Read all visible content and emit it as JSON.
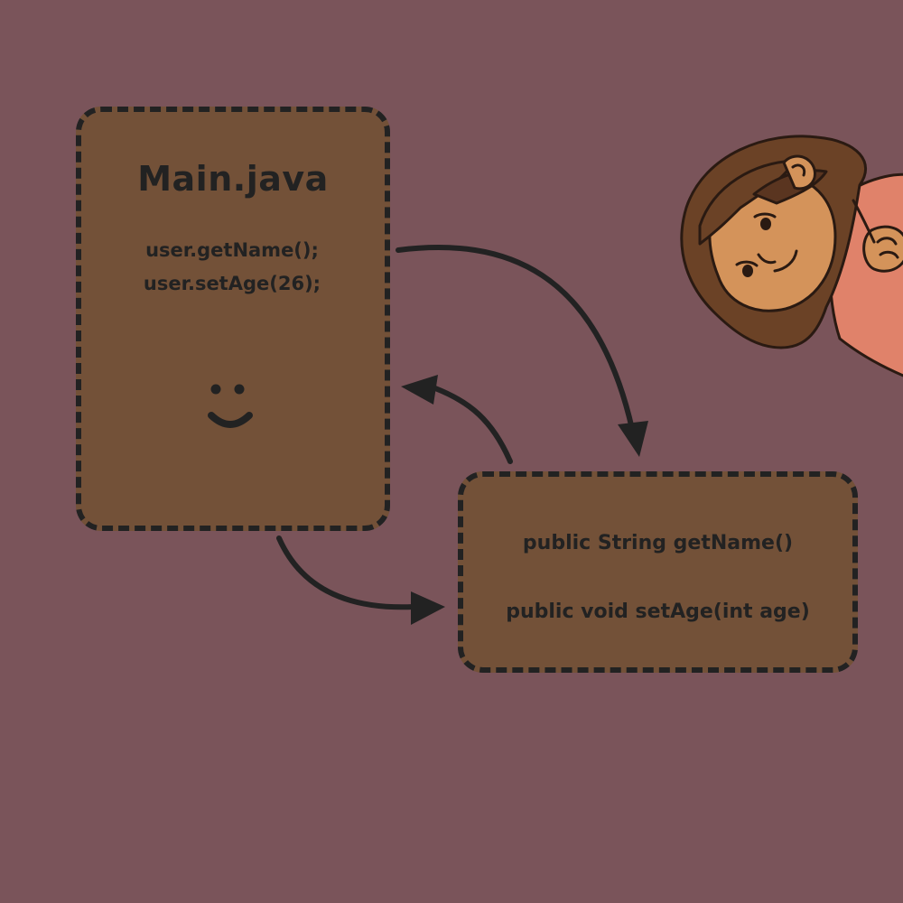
{
  "main_card": {
    "title": "Main.java",
    "calls": [
      "user.getName();",
      "user.setAge(26);"
    ]
  },
  "user_card": {
    "methods": [
      "public String getName()",
      "public void setAge(int age)"
    ]
  },
  "colors": {
    "background": "#7a545a",
    "card_fill": "#735138",
    "ink": "#222222",
    "skin": "#d4935a",
    "hair": "#6b4226",
    "shirt": "#e0826a"
  },
  "icons": [
    "smiley-face-icon",
    "girl-illustration"
  ]
}
